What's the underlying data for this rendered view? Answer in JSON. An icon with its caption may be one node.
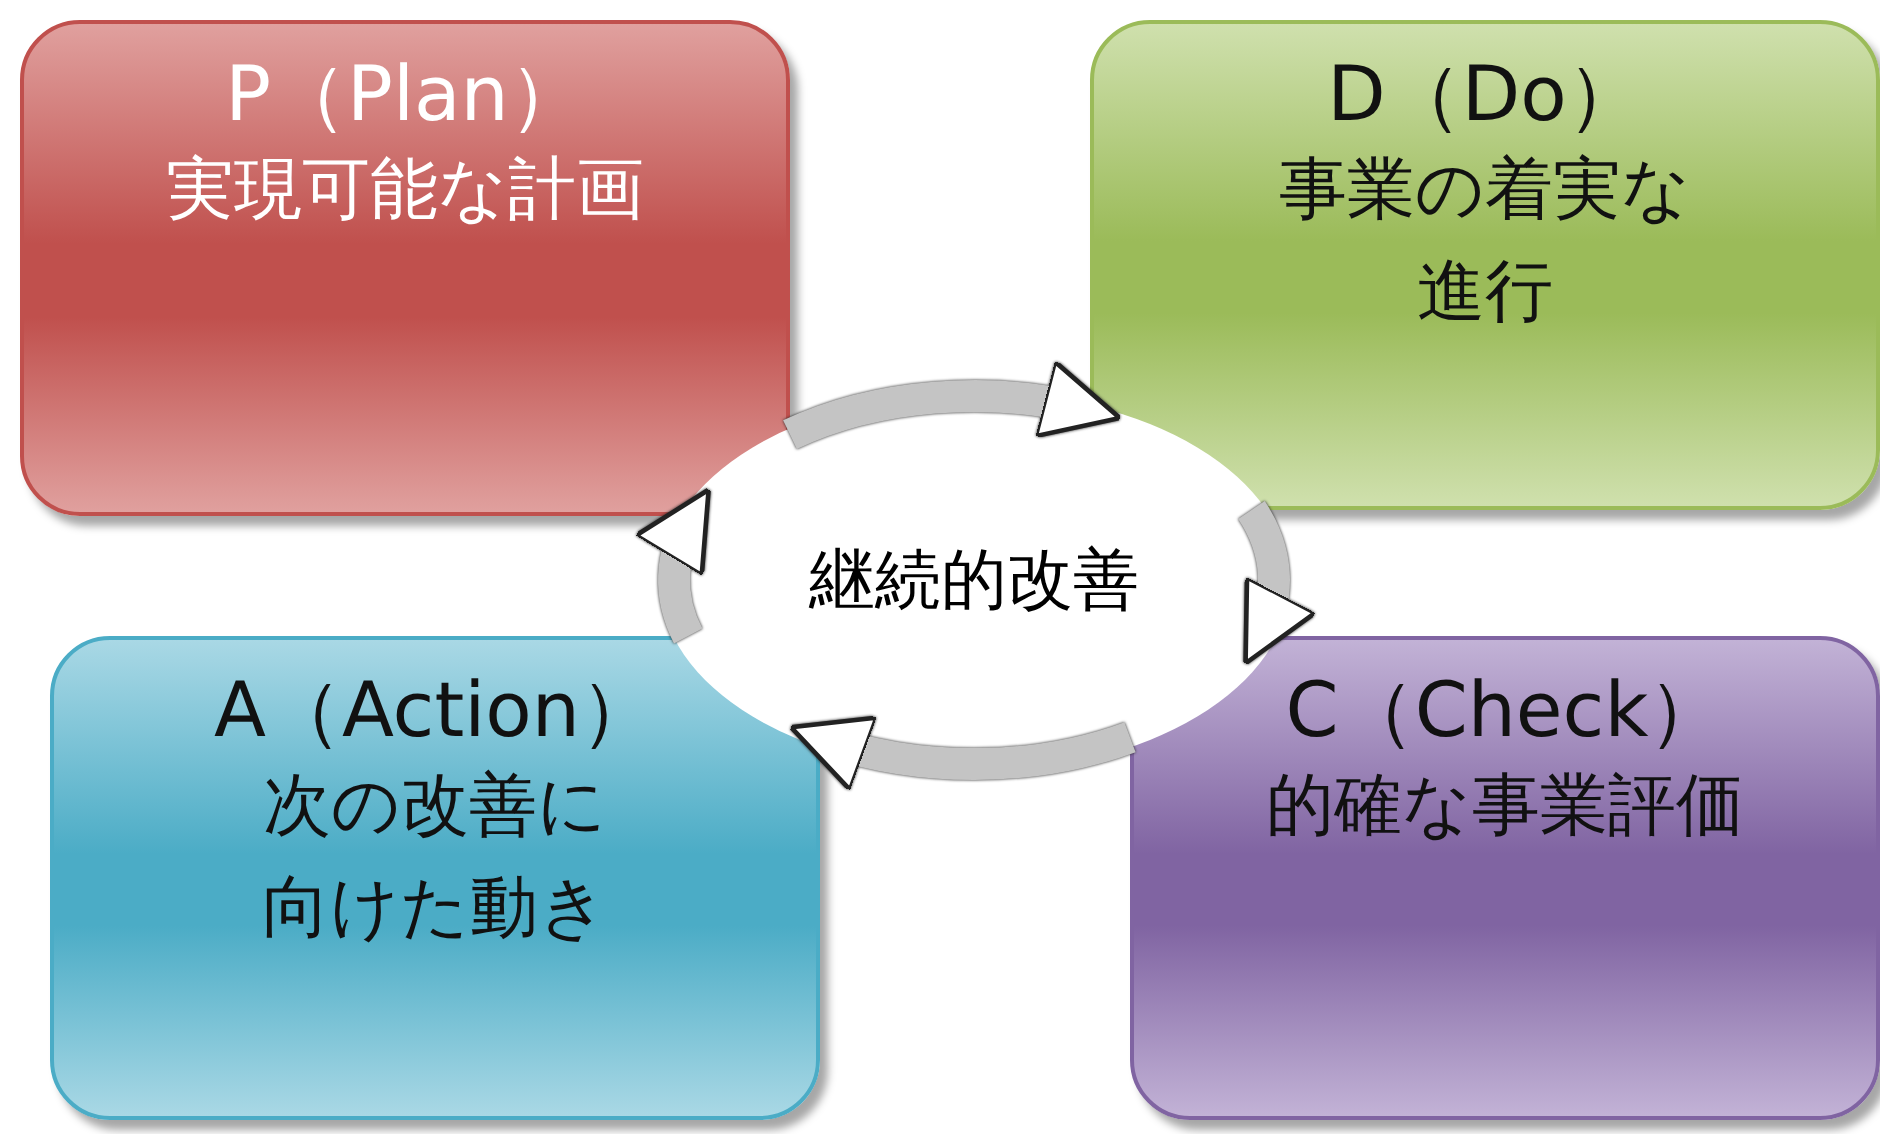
{
  "diagram": {
    "nodes": [
      {
        "text": [
          "P（Plan）",
          "実現可能な計画"
        ]
      },
      {
        "text": [
          "D（Do）",
          "事業の着実な進行"
        ]
      },
      {
        "text": [
          "A（Action）",
          "次の改善に向けた動き"
        ]
      },
      {
        "text": [
          "C（Check）",
          "的確な事業評価"
        ]
      },
      {
        "text": [
          "継続的改善"
        ]
      }
    ],
    "edges": [
      {
        "from": 0,
        "to": 1,
        "arrow": "to"
      },
      {
        "from": 1,
        "to": 3,
        "arrow": "to"
      },
      {
        "from": 3,
        "to": 2,
        "arrow": "to"
      },
      {
        "from": 2,
        "to": 0,
        "arrow": "to"
      }
    ]
  }
}
